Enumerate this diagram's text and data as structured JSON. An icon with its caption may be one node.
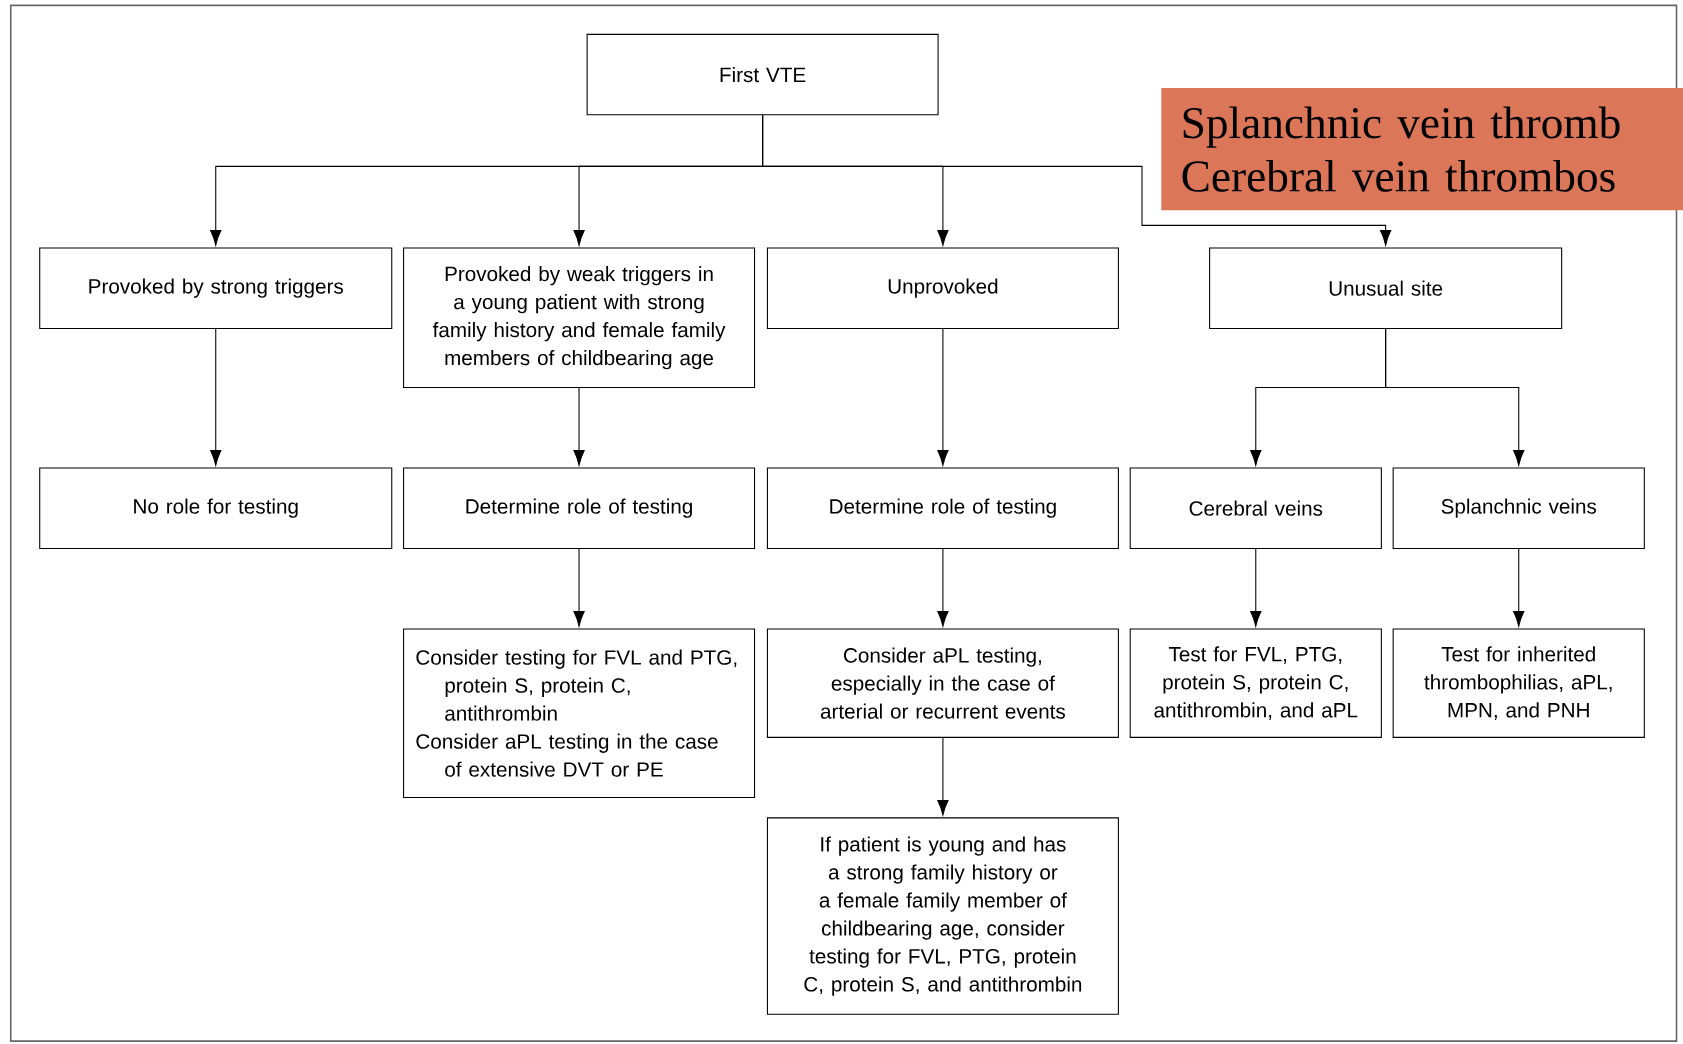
{
  "diagram": {
    "nodes": [
      {
        "text": [
          "First VTE"
        ]
      },
      {
        "text": [
          "Provoked by strong triggers"
        ]
      },
      {
        "text": [
          "Provoked by weak triggers in a young patient with strong family history and female family members of childbearing age"
        ]
      },
      {
        "text": [
          "Unprovoked"
        ]
      },
      {
        "text": [
          "Unusual site"
        ]
      },
      {
        "text": [
          "No role for testing"
        ]
      },
      {
        "text": [
          "Determine role of testing"
        ]
      },
      {
        "text": [
          "Determine role of testing"
        ]
      },
      {
        "text": [
          "Cerebral veins"
        ]
      },
      {
        "text": [
          "Splanchnic veins"
        ]
      },
      {
        "text": [
          "Consider testing for FVL and PTG, protein S, protein C, antithrombin",
          "Consider aPL testing in the case of extensive DVT or PE"
        ]
      },
      {
        "text": [
          "Consider aPL testing, especially in the case of arterial or recurrent events"
        ]
      },
      {
        "text": [
          "Test for FVL, PTG, protein S, protein C, antithrombin, and aPL"
        ]
      },
      {
        "text": [
          "Test for inherited thrombophilias, aPL, MPN, and PNH"
        ]
      },
      {
        "text": [
          "If patient is young and has a strong family history or a female family member of childbearing age, consider testing for FVL, PTG, protein C, protein S, and antithrombin"
        ]
      },
      {
        "text": [
          "Splanchnic vein thromb",
          "Cerebral vein thrombos"
        ]
      }
    ],
    "edges": [
      {
        "from": 0,
        "to": 1,
        "arrow": "to"
      },
      {
        "from": 0,
        "to": 2,
        "arrow": "to"
      },
      {
        "from": 0,
        "to": 3,
        "arrow": "to"
      },
      {
        "from": 0,
        "to": 4,
        "arrow": "to"
      },
      {
        "from": 1,
        "to": 5,
        "arrow": "to"
      },
      {
        "from": 2,
        "to": 6,
        "arrow": "to"
      },
      {
        "from": 3,
        "to": 7,
        "arrow": "to"
      },
      {
        "from": 4,
        "to": 8,
        "arrow": "to"
      },
      {
        "from": 4,
        "to": 9,
        "arrow": "to"
      },
      {
        "from": 6,
        "to": 10,
        "arrow": "to"
      },
      {
        "from": 7,
        "to": 11,
        "arrow": "to"
      },
      {
        "from": 8,
        "to": 12,
        "arrow": "to"
      },
      {
        "from": 9,
        "to": 13,
        "arrow": "to"
      },
      {
        "from": 11,
        "to": 14,
        "arrow": "to"
      }
    ]
  }
}
